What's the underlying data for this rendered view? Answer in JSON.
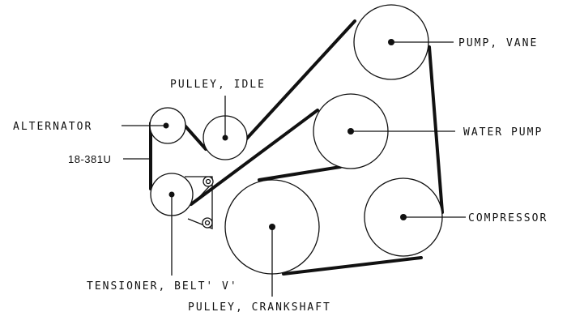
{
  "labels": {
    "pump_vane": "PUMP, VANE",
    "pulley_idle": "PULLEY, IDLE",
    "alternator": "ALTERNATOR",
    "water_pump": "WATER PUMP",
    "belt_part": "18-381U",
    "compressor": "COMPRESSOR",
    "tensioner": "TENSIONER, BELT' V'",
    "pulley_crankshaft": "PULLEY, CRANKSHAFT"
  }
}
